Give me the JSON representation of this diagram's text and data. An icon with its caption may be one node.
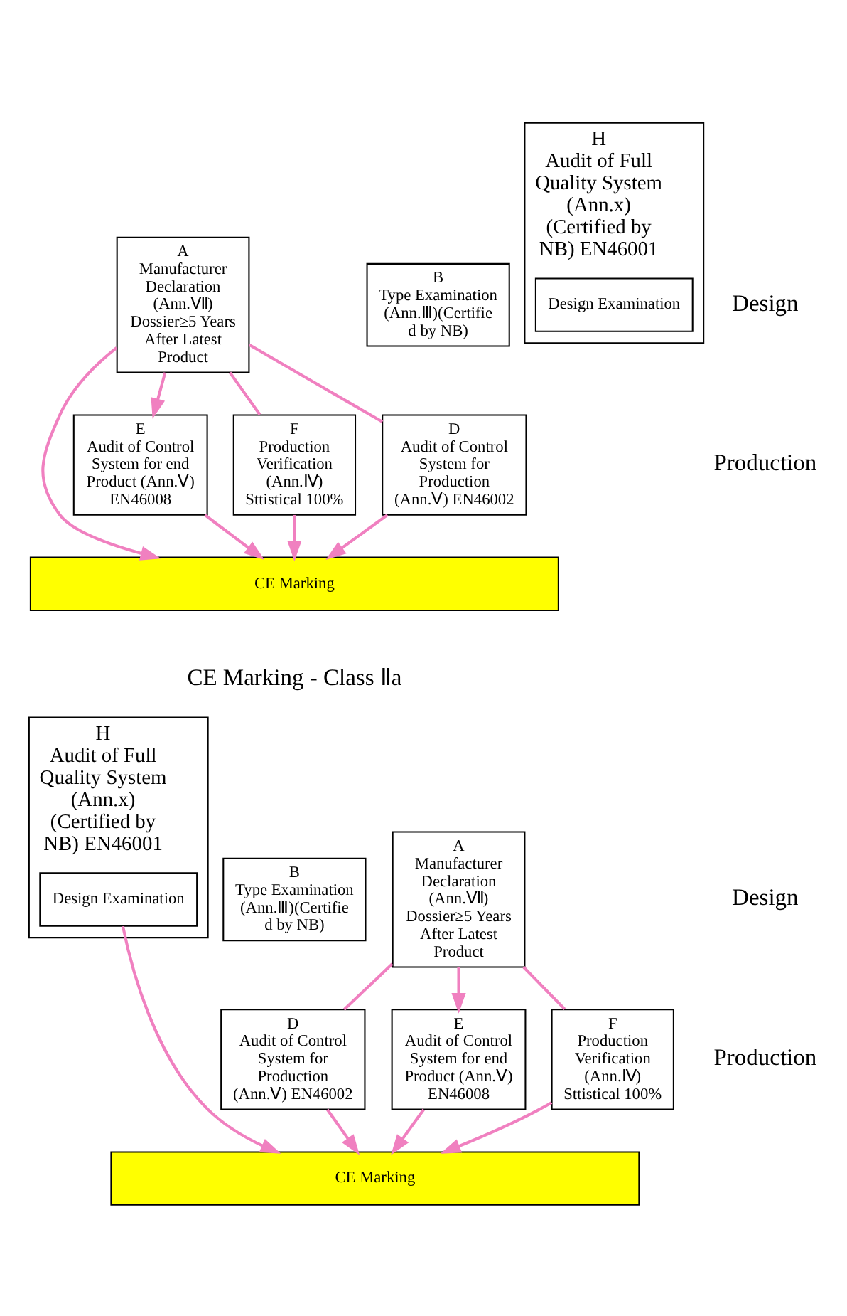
{
  "diagram": {
    "nodes": [
      {
        "text": [
          "A",
          "Manufacturer Declaration (Ann.Ⅶ) Dossier≥5 Years After Latest Product"
        ]
      },
      {
        "text": [
          "B",
          "Type Examination (Ann.Ⅲ)(Certified by NB)"
        ]
      },
      {
        "text": [
          "H",
          "Audit of Full Quality System (Ann.x) (Certified by NB) EN46001"
        ]
      },
      {
        "text": [
          "Design Examination"
        ],
        "in": 2
      },
      {
        "text": [
          "E",
          "Audit of Control System for end Product (Ann.Ⅴ) EN46008"
        ]
      },
      {
        "text": [
          "D",
          "Audit of Control System for Production (Ann.Ⅴ) EN46002"
        ]
      },
      {
        "text": [
          "F",
          "Production Verification (Ann.Ⅳ) Sttistical 100%"
        ]
      },
      {
        "text": [
          "CE Marking"
        ]
      },
      {
        "text": [
          "A",
          "Manufacturer Declaration (Ann.Ⅶ) Dossier≥5 Years After Latest Product"
        ]
      },
      {
        "text": [
          "B",
          "Type Examination (Ann.Ⅲ)(Certified by NB)"
        ]
      },
      {
        "text": [
          "H",
          "Audit of Full Quality System (Ann.x) (Certified by NB) EN46001"
        ]
      },
      {
        "text": [
          "Design Examination"
        ],
        "in": 10
      },
      {
        "text": [
          "E",
          "Audit of Control System for end Product (Ann.Ⅴ) EN46008"
        ]
      },
      {
        "text": [
          "D",
          "Audit of Control System for Production (Ann.Ⅴ) EN46002"
        ]
      },
      {
        "text": [
          "F",
          "Production Verification (Ann.Ⅳ) Sttistical 100%"
        ]
      },
      {
        "text": [
          "CE Marking"
        ]
      }
    ],
    "edges": [
      {
        "from": 0,
        "to": 7,
        "arrow": "to"
      },
      {
        "from": 0,
        "to": 4,
        "arrow": "to"
      },
      {
        "from": 4,
        "to": 7,
        "arrow": "to"
      },
      {
        "from": 0,
        "to": 5,
        "arrow": "none"
      },
      {
        "from": 5,
        "to": 7,
        "arrow": "to"
      },
      {
        "from": 0,
        "to": 6,
        "arrow": "none"
      },
      {
        "from": 6,
        "to": 7,
        "arrow": "to"
      },
      {
        "from": 8,
        "to": 12,
        "arrow": "to"
      },
      {
        "from": 12,
        "to": 15,
        "arrow": "to"
      },
      {
        "from": 8,
        "to": 13,
        "arrow": "none"
      },
      {
        "from": 13,
        "to": 15,
        "arrow": "to"
      },
      {
        "from": 8,
        "to": 14,
        "arrow": "none"
      },
      {
        "from": 14,
        "to": 15,
        "arrow": "to"
      },
      {
        "from": 11,
        "to": 15,
        "arrow": "to"
      }
    ],
    "labels": [
      "Design",
      "Production",
      "CE Marking - Class Ⅱa",
      "Design",
      "Production"
    ]
  }
}
